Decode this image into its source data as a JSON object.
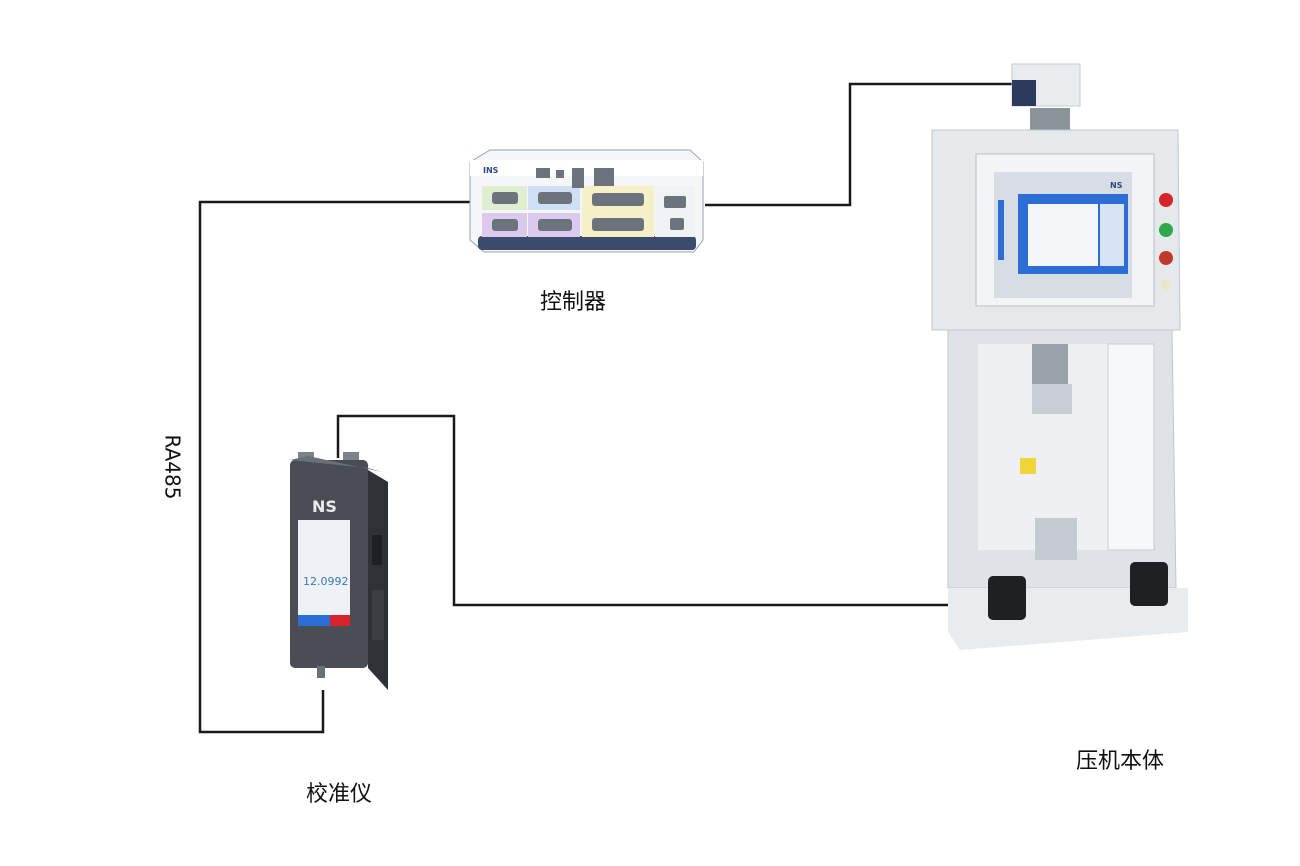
{
  "labels": {
    "controller": "控制器",
    "calibrator": "校准仪",
    "press": "压机本体",
    "link": "RA485"
  },
  "calibrator": {
    "brand": "NS",
    "reading": "12.0992"
  },
  "controller": {
    "brand": "INS"
  },
  "press": {
    "brand": "NS"
  },
  "colors": {
    "line": "#1a1a1a",
    "device_grey": "#4a4e54",
    "screen_blue": "#2b6fd6",
    "panel_green": "#dfeed0",
    "panel_purple": "#dcc9ee",
    "panel_blue": "#cfe0f4",
    "panel_yellow": "#f5f0c8",
    "cabinet": "#e6e9ec",
    "indicator_red": "#d8232a",
    "indicator_green": "#2ea84a"
  }
}
